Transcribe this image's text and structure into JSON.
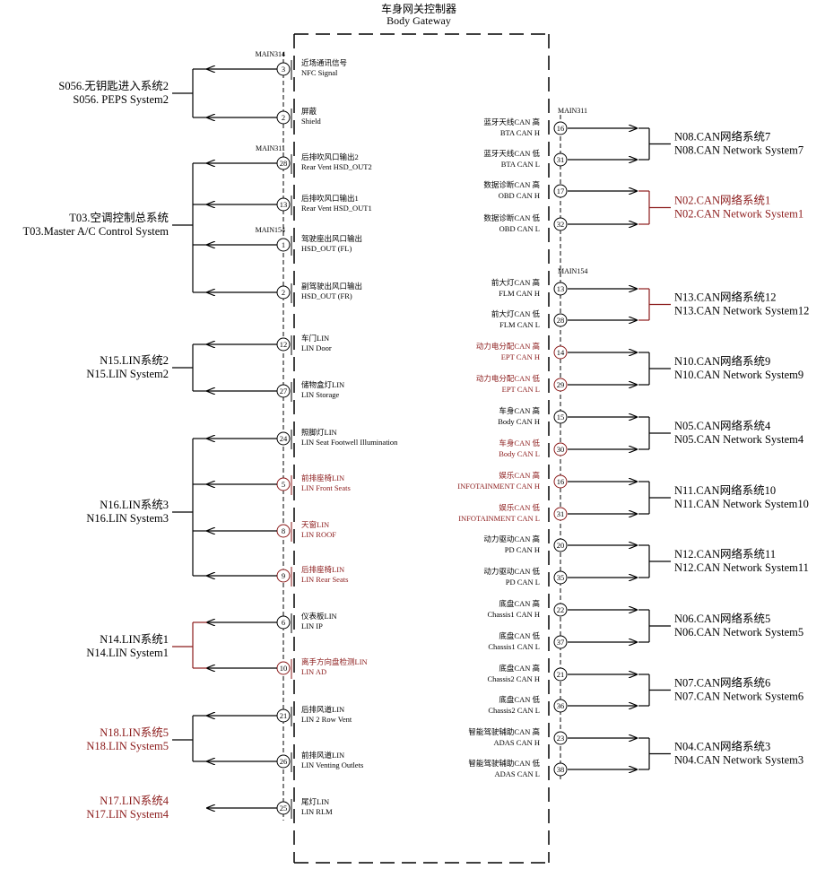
{
  "title": {
    "cn": "车身网关控制器",
    "en": "Body Gateway"
  },
  "colors": {
    "line": "#000000",
    "accent": "#8b1a1a",
    "text": "#000000"
  },
  "left_connectors": [
    {
      "label": "MAIN314",
      "before": 0
    },
    {
      "label": "MAIN311",
      "before": 2
    },
    {
      "label": "MAIN154",
      "before": 4
    }
  ],
  "right_connectors": [
    {
      "label": "MAIN311",
      "before": 0
    },
    {
      "label": "MAIN154",
      "before": 4
    }
  ],
  "left_pins": [
    {
      "pin": "3",
      "cn": "近场通讯信号",
      "en": "NFC Signal",
      "accent": false
    },
    {
      "pin": "2",
      "cn": "屏蔽",
      "en": "Shield",
      "accent": false
    },
    {
      "pin": "28",
      "cn": "后排吹风口输出2",
      "en": "Rear Vent HSD_OUT2",
      "accent": false
    },
    {
      "pin": "13",
      "cn": "后排吹风口输出1",
      "en": "Rear Vent HSD_OUT1",
      "accent": false
    },
    {
      "pin": "1",
      "cn": "驾驶座出风口输出",
      "en": "HSD_OUT (FL)",
      "accent": false
    },
    {
      "pin": "2",
      "cn": "副驾驶出风口输出",
      "en": "HSD_OUT (FR)",
      "accent": false
    },
    {
      "pin": "12",
      "cn": "车门LIN",
      "en": "LIN Door",
      "accent": false
    },
    {
      "pin": "27",
      "cn": "储物盒灯LIN",
      "en": "LIN Storage",
      "accent": false
    },
    {
      "pin": "24",
      "cn": "照脚灯LIN",
      "en": "LIN Seat Footwell Illumination",
      "accent": false
    },
    {
      "pin": "5",
      "cn": "前排座椅LIN",
      "en": "LIN Front Seats",
      "accent": true
    },
    {
      "pin": "8",
      "cn": "天窗LIN",
      "en": "LIN ROOF",
      "accent": true
    },
    {
      "pin": "9",
      "cn": "后排座椅LIN",
      "en": "LIN Rear Seats",
      "accent": true
    },
    {
      "pin": "6",
      "cn": "仪表板LIN",
      "en": "LIN IP",
      "accent": false
    },
    {
      "pin": "10",
      "cn": "离手方向盘检测LIN",
      "en": "LIN AD",
      "accent": true
    },
    {
      "pin": "21",
      "cn": "后排风道LIN",
      "en": "LIN 2 Row Vent",
      "accent": false
    },
    {
      "pin": "26",
      "cn": "前排风道LIN",
      "en": "LIN Venting Outlets",
      "accent": false
    },
    {
      "pin": "25",
      "cn": "尾灯LIN",
      "en": "LIN RLM",
      "accent": false
    }
  ],
  "left_systems": [
    {
      "cn": "S056.无钥匙进入系统2",
      "en": "S056. PEPS System2",
      "accent": false
    },
    {
      "cn": "T03.空调控制总系统",
      "en": "T03.Master A/C Control System",
      "accent": false
    },
    {
      "cn": "N15.LIN系统2",
      "en": "N15.LIN System2",
      "accent": false
    },
    {
      "cn": "N16.LIN系统3",
      "en": "N16.LIN System3",
      "accent": false
    },
    {
      "cn": "N14.LIN系统1",
      "en": "N14.LIN System1",
      "accent": false
    },
    {
      "cn": "N18.LIN系统5",
      "en": "N18.LIN System5",
      "accent": true
    },
    {
      "cn": "N17.LIN系统4",
      "en": "N17.LIN System4",
      "accent": true
    }
  ],
  "right_pins": [
    {
      "pin": "16",
      "cn": "蓝牙天线CAN 高",
      "en": "BTA CAN H",
      "accent": false
    },
    {
      "pin": "31",
      "cn": "蓝牙天线CAN 低",
      "en": "BTA CAN L",
      "accent": false
    },
    {
      "pin": "17",
      "cn": "数据诊断CAN 高",
      "en": "OBD CAN H",
      "accent": false
    },
    {
      "pin": "32",
      "cn": "数据诊断CAN 低",
      "en": "OBD CAN L",
      "accent": false
    },
    {
      "pin": "13",
      "cn": "前大灯CAN 高",
      "en": "FLM CAN H",
      "accent": false
    },
    {
      "pin": "28",
      "cn": "前大灯CAN 低",
      "en": "FLM CAN L",
      "accent": false
    },
    {
      "pin": "14",
      "cn": "动力电分配CAN 高",
      "en": "EPT CAN H",
      "accent": true
    },
    {
      "pin": "29",
      "cn": "动力电分配CAN 低",
      "en": "EPT CAN L",
      "accent": true
    },
    {
      "pin": "15",
      "cn": "车身CAN 高",
      "en": "Body CAN H",
      "accent": false
    },
    {
      "pin": "30",
      "cn": "车身CAN 低",
      "en": "Body CAN L",
      "accent": true
    },
    {
      "pin": "16",
      "cn": "娱乐CAN 高",
      "en": "INFOTAINMENT CAN H",
      "accent": true
    },
    {
      "pin": "31",
      "cn": "娱乐CAN 低",
      "en": "INFOTAINMENT CAN L",
      "accent": true
    },
    {
      "pin": "20",
      "cn": "动力驱动CAN 高",
      "en": "PD CAN H",
      "accent": false
    },
    {
      "pin": "35",
      "cn": "动力驱动CAN 低",
      "en": "PD CAN L",
      "accent": false
    },
    {
      "pin": "22",
      "cn": "底盘CAN 高",
      "en": "Chassis1 CAN H",
      "accent": false
    },
    {
      "pin": "37",
      "cn": "底盘CAN 低",
      "en": "Chassis1 CAN L",
      "accent": false
    },
    {
      "pin": "21",
      "cn": "底盘CAN 高",
      "en": "Chassis2 CAN H",
      "accent": false
    },
    {
      "pin": "36",
      "cn": "底盘CAN 低",
      "en": "Chassis2 CAN L",
      "accent": false
    },
    {
      "pin": "23",
      "cn": "智能驾驶辅助CAN 高",
      "en": "ADAS CAN H",
      "accent": false
    },
    {
      "pin": "38",
      "cn": "智能驾驶辅助CAN 低",
      "en": "ADAS CAN L",
      "accent": false
    }
  ],
  "right_systems": [
    {
      "cn": "N08.CAN网络系统7",
      "en": "N08.CAN Network System7",
      "accent": false
    },
    {
      "cn": "N02.CAN网络系统1",
      "en": "N02.CAN Network System1",
      "accent": true
    },
    {
      "cn": "N13.CAN网络系统12",
      "en": "N13.CAN Network System12",
      "accent": false
    },
    {
      "cn": "N10.CAN网络系统9",
      "en": "N10.CAN Network System9",
      "accent": false
    },
    {
      "cn": "N05.CAN网络系统4",
      "en": "N05.CAN Network System4",
      "accent": false
    },
    {
      "cn": "N11.CAN网络系统10",
      "en": "N11.CAN Network System10",
      "accent": false
    },
    {
      "cn": "N12.CAN网络系统11",
      "en": "N12.CAN Network System11",
      "accent": false
    },
    {
      "cn": "N06.CAN网络系统5",
      "en": "N06.CAN Network System5",
      "accent": false
    },
    {
      "cn": "N07.CAN网络系统6",
      "en": "N07.CAN Network System6",
      "accent": false
    },
    {
      "cn": "N04.CAN网络系统3",
      "en": "N04.CAN Network System3",
      "accent": false
    }
  ]
}
